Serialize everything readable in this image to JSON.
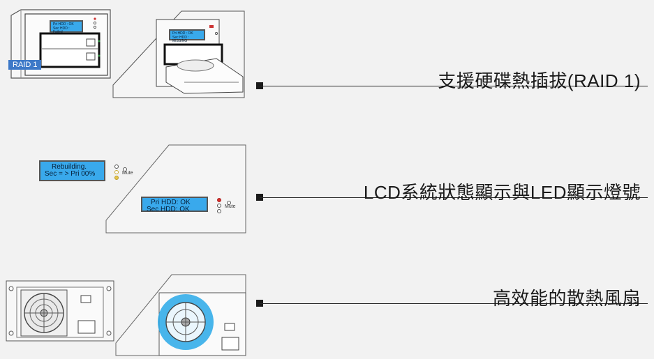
{
  "features": [
    {
      "title": "支援硬碟熱插拔(RAID 1)"
    },
    {
      "title": "LCD系統狀態顯示與LED顯示燈號"
    },
    {
      "title": "高效能的散熱風扇"
    }
  ],
  "raid_badge": "RAID 1",
  "lcd_small_1": {
    "line1": "Pri HDD : OK",
    "line2": "Sec HDD : Failed"
  },
  "lcd_small_2": {
    "line1": "Pri HDD : OK",
    "line2": "Sec HDD : MISSING"
  },
  "lcd_rebuild": {
    "line1": "Rebuilding.",
    "line2": "Sec = > Pri  00%"
  },
  "lcd_status": {
    "line1": "Pri  HDD: OK",
    "line2": "Sec HDD: OK"
  },
  "mute_label": "Mute",
  "colors": {
    "lcd": "#39a9ec",
    "badge": "#3d79c8",
    "fan_blue": "#28a8e8",
    "led_yellow": "#e7c64a",
    "led_red": "#d9302a"
  }
}
